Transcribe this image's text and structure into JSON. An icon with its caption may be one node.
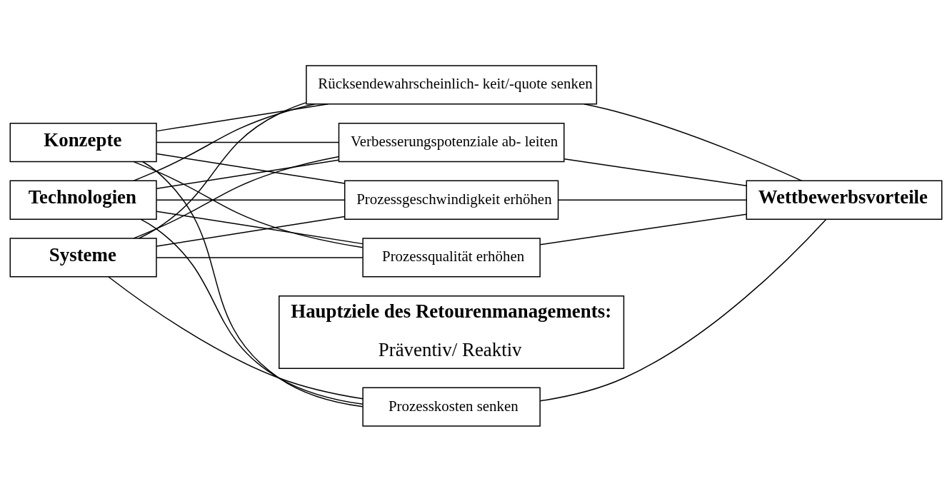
{
  "diagram": {
    "nodes": [
      {
        "text": [
          "Hauptziele des Retourenmanagements:",
          "Präventiv/ Reaktiv"
        ]
      },
      {
        "text": [
          "Konzepte"
        ]
      },
      {
        "text": [
          "Technologien"
        ]
      },
      {
        "text": [
          "Systeme"
        ]
      },
      {
        "text": [
          "Prozesskosten senken"
        ]
      },
      {
        "text": [
          "Prozessgeschwindigkeit erhöhen"
        ]
      },
      {
        "text": [
          "Prozessqualität erhöhen"
        ]
      },
      {
        "text": [
          "Rücksendewahrscheinlich- keit/-quote senken"
        ]
      },
      {
        "text": [
          "Verbesserungspotenziale ab- leiten"
        ]
      },
      {
        "text": [
          "Wettbewerbsvorteile"
        ]
      }
    ],
    "edges": [
      {
        "from": 1,
        "to": 4,
        "arrow": "none"
      },
      {
        "from": 1,
        "to": 5,
        "arrow": "none"
      },
      {
        "from": 1,
        "to": 6,
        "arrow": "none"
      },
      {
        "from": 1,
        "to": 7,
        "arrow": "none"
      },
      {
        "from": 1,
        "to": 8,
        "arrow": "none"
      },
      {
        "from": 2,
        "to": 4,
        "arrow": "none"
      },
      {
        "from": 2,
        "to": 5,
        "arrow": "none"
      },
      {
        "from": 2,
        "to": 6,
        "arrow": "none"
      },
      {
        "from": 2,
        "to": 7,
        "arrow": "none"
      },
      {
        "from": 2,
        "to": 8,
        "arrow": "none"
      },
      {
        "from": 3,
        "to": 4,
        "arrow": "none"
      },
      {
        "from": 3,
        "to": 5,
        "arrow": "none"
      },
      {
        "from": 3,
        "to": 6,
        "arrow": "none"
      },
      {
        "from": 3,
        "to": 7,
        "arrow": "none"
      },
      {
        "from": 3,
        "to": 8,
        "arrow": "none"
      },
      {
        "from": 4,
        "to": 9,
        "arrow": "none"
      },
      {
        "from": 5,
        "to": 9,
        "arrow": "none"
      },
      {
        "from": 6,
        "to": 9,
        "arrow": "none"
      },
      {
        "from": 7,
        "to": 9,
        "arrow": "none"
      },
      {
        "from": 8,
        "to": 9,
        "arrow": "none"
      }
    ]
  }
}
